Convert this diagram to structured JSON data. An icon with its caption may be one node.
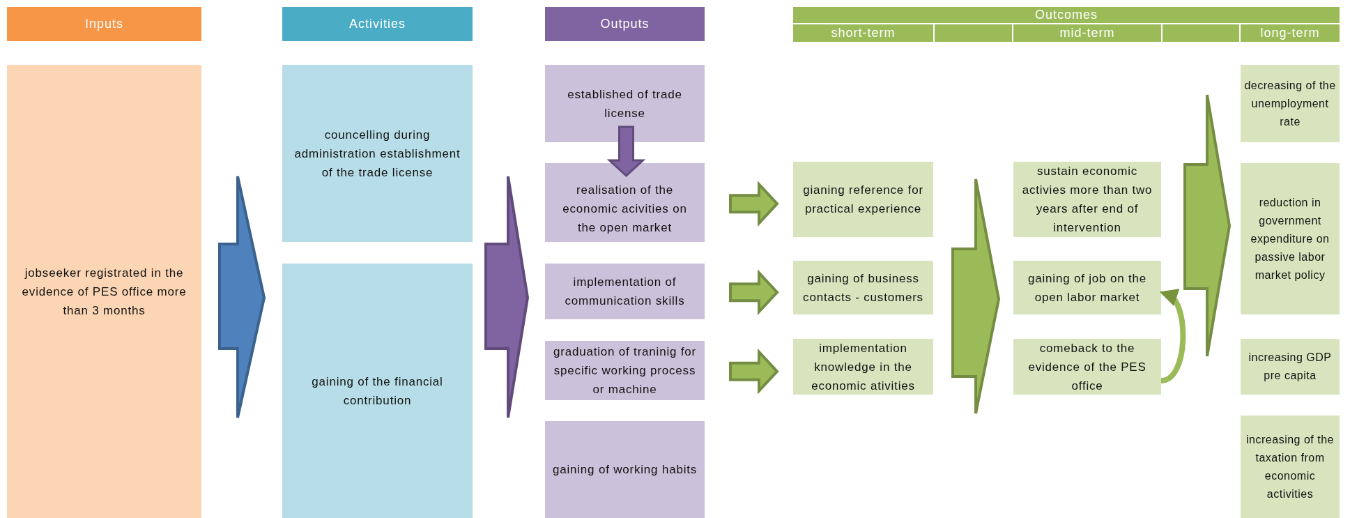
{
  "diagram": {
    "nodes": [
      {
        "text": [
          "Inputs"
        ]
      },
      {
        "text": [
          "Activities"
        ]
      },
      {
        "text": [
          "Outputs"
        ]
      },
      {
        "text": [
          "Outcomes"
        ]
      },
      {
        "text": [
          "short-term"
        ]
      },
      {
        "text": [],
        "shape": "box"
      },
      {
        "text": [
          "mid-term"
        ]
      },
      {
        "text": [],
        "shape": "box"
      },
      {
        "text": [
          "long-term"
        ]
      },
      {
        "text": [
          "jobseeker registrated in the evidence of PES office more than 3 months"
        ]
      },
      {
        "text": [
          "councelling during administration establishment of the trade license"
        ]
      },
      {
        "text": [
          "gaining of the financial contribution"
        ]
      },
      {
        "text": [
          "established of trade license"
        ]
      },
      {
        "text": [
          "realisation of the economic acivities on the open market"
        ]
      },
      {
        "text": [
          "implementation of communication skills"
        ]
      },
      {
        "text": [
          "graduation of traninig for specific working process or machine"
        ]
      },
      {
        "text": [
          "gaining of working habits"
        ]
      },
      {
        "text": [
          "gianing reference for practical experience"
        ]
      },
      {
        "text": [
          "gaining of business contacts - customers"
        ]
      },
      {
        "text": [
          "implementation knowledge in the economic ativities"
        ]
      },
      {
        "text": [
          "sustain economic activies more than two years after end of intervention"
        ]
      },
      {
        "text": [
          "gaining of job on the open labor market"
        ]
      },
      {
        "text": [
          "comeback to the evidence of the PES office"
        ]
      },
      {
        "text": [
          "decreasing of the unemployment rate"
        ]
      },
      {
        "text": [
          "reduction in government expenditure on passive labor market policy"
        ]
      },
      {
        "text": [
          "increasing GDP pre capita"
        ]
      },
      {
        "text": [
          "increasing of the taxation from economic activities"
        ]
      }
    ],
    "edges": [
      {
        "from": 9,
        "to": 11,
        "arrow": "to",
        "style": "thick",
        "color": "#4f81bd"
      },
      {
        "from": 11,
        "to": 14,
        "arrow": "to",
        "style": "thick",
        "color": "#8064a2"
      },
      {
        "from": 12,
        "to": 13,
        "arrow": "to",
        "style": "thick",
        "color": "#8064a2"
      },
      {
        "from": 13,
        "to": 17,
        "arrow": "to",
        "style": "thick"
      },
      {
        "from": 14,
        "to": 18,
        "arrow": "to",
        "style": "thick"
      },
      {
        "from": 15,
        "to": 19,
        "arrow": "to",
        "style": "thick"
      },
      {
        "from": 18,
        "to": 21,
        "arrow": "to",
        "style": "thick"
      },
      {
        "from": 22,
        "to": 21,
        "arrow": "to"
      },
      {
        "from": 20,
        "to": 24,
        "arrow": "to",
        "style": "thick"
      }
    ]
  }
}
